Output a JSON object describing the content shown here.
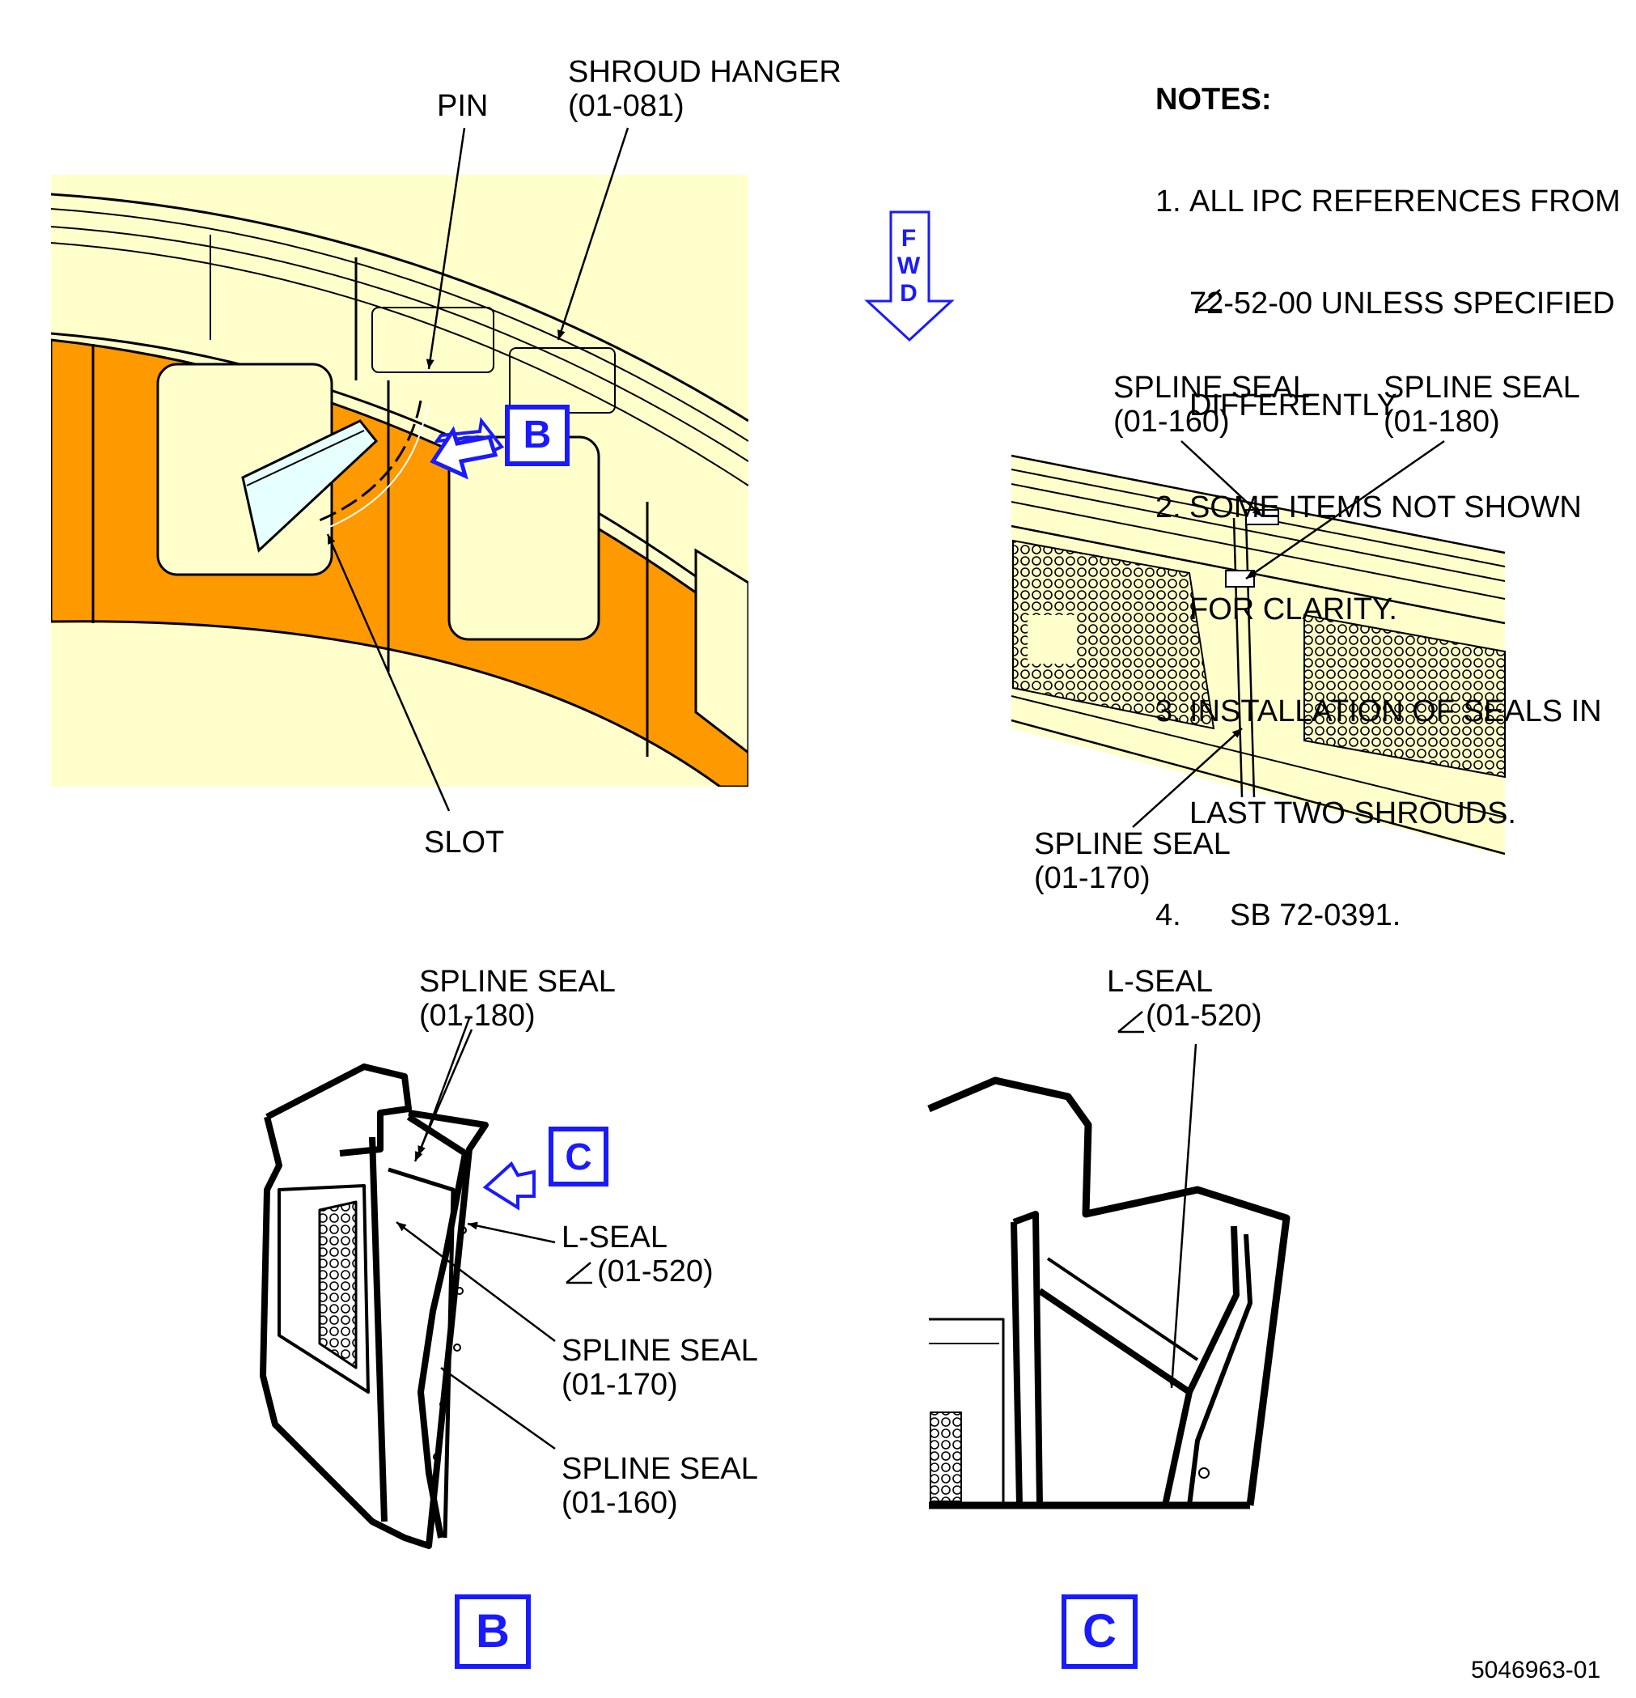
{
  "notes": {
    "title": "NOTES:",
    "items": [
      {
        "num": "1.",
        "lines": [
          "ALL IPC REFERENCES FROM",
          "72-52-00 UNLESS SPECIFIED",
          "DIFFERENTLY."
        ]
      },
      {
        "num": "2.",
        "lines": [
          "SOME ITEMS NOT SHOWN",
          "FOR CLARITY."
        ]
      },
      {
        "num": "3.",
        "lines": [
          "INSTALLATION OF SEALS IN",
          "LAST TWO SHROUDS."
        ]
      },
      {
        "num": "4.",
        "lines": [
          "SB 72-0391."
        ]
      }
    ]
  },
  "fwd_arrow": {
    "letters": [
      "F",
      "W",
      "D"
    ],
    "color": "#1a1aff"
  },
  "top_left_view": {
    "labels": {
      "pin": "PIN",
      "shroud_hanger": [
        "SHROUD HANGER",
        "(01-081)"
      ],
      "slot": "SLOT",
      "view_callout": "B"
    }
  },
  "top_right_view": {
    "labels": {
      "spline_seal_160": [
        "SPLINE SEAL",
        "(01-160)"
      ],
      "spline_seal_180": [
        "SPLINE SEAL",
        "(01-180)"
      ],
      "spline_seal_170": [
        "SPLINE SEAL",
        "(01-170)"
      ]
    }
  },
  "view_b": {
    "labels": {
      "spline_seal_180": [
        "SPLINE SEAL",
        "(01-180)"
      ],
      "view_callout": "C",
      "l_seal": [
        "L-SEAL",
        "(01-520)"
      ],
      "spline_seal_170": [
        "SPLINE SEAL",
        "(01-170)"
      ],
      "spline_seal_160": [
        "SPLINE SEAL",
        "(01-160)"
      ]
    },
    "title": "B"
  },
  "view_c": {
    "labels": {
      "l_seal": [
        "L-SEAL",
        "(01-520)"
      ]
    },
    "title": "C"
  },
  "figure_number": "5046963-01",
  "colors": {
    "shroud_fill": "#ff9900",
    "background_fill": "#ffffcc",
    "callout_blue": "#1a1aff"
  }
}
